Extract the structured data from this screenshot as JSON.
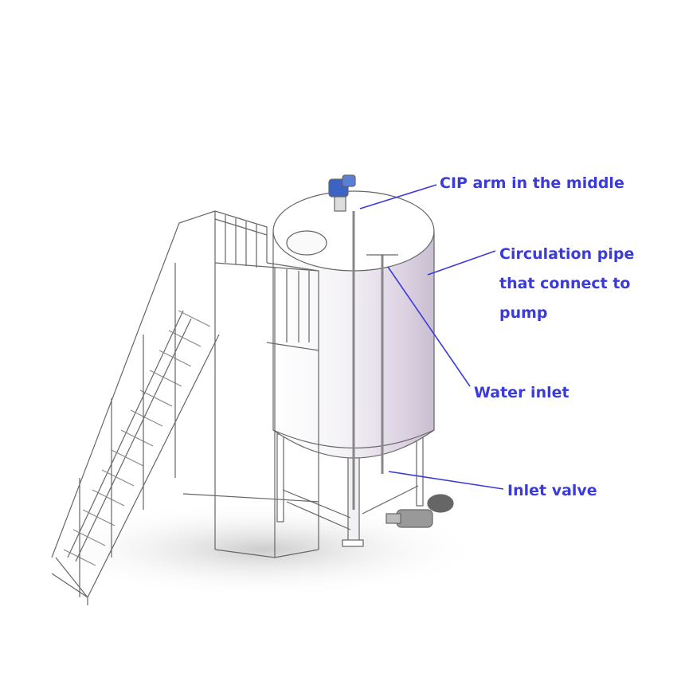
{
  "labels": {
    "cip_arm": "CIP arm in the middle",
    "circulation_line1": "Circulation pipe",
    "circulation_line2": "that connect to",
    "circulation_line3": "pump",
    "water_inlet": "Water inlet",
    "inlet_valve": "Inlet valve"
  },
  "colors": {
    "label": "#3b3bdc",
    "line": "#555",
    "tank_shade": "#e8e2ec"
  }
}
